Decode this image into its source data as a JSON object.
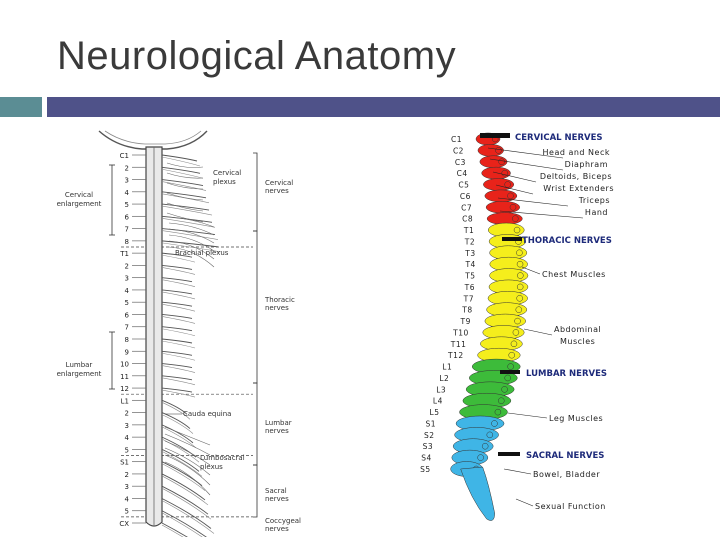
{
  "slide": {
    "title": "Neurological Anatomy",
    "colors": {
      "left_bar": "#5b8d94",
      "main_bar": "#4f5289"
    }
  },
  "left_figure": {
    "levels": [
      "C1",
      "2",
      "3",
      "4",
      "5",
      "6",
      "7",
      "8",
      "T1",
      "2",
      "3",
      "4",
      "5",
      "6",
      "7",
      "8",
      "9",
      "10",
      "11",
      "12",
      "L1",
      "2",
      "3",
      "4",
      "5",
      "S1",
      "2",
      "3",
      "4",
      "5",
      "CX"
    ],
    "left_labels": [
      {
        "id": "cervical-enlargement",
        "lines": [
          "Cervical",
          "enlargement"
        ]
      },
      {
        "id": "lumbar-enlargement",
        "lines": [
          "Lumbar",
          "enlargement"
        ]
      }
    ],
    "plexus_labels": [
      {
        "id": "cervical-plexus",
        "lines": [
          "Cervical",
          "plexus"
        ]
      },
      {
        "id": "brachial-plexus",
        "lines": [
          "Brachial plexus"
        ]
      },
      {
        "id": "cauda-equina",
        "lines": [
          "Cauda equina"
        ]
      },
      {
        "id": "lumbosacral-plexus",
        "lines": [
          "Lumbosacral",
          "plexus"
        ]
      }
    ],
    "nerve_labels": [
      {
        "id": "cervical-nerves",
        "lines": [
          "Cervical",
          "nerves"
        ]
      },
      {
        "id": "thoracic-nerves",
        "lines": [
          "Thoracic",
          "nerves"
        ]
      },
      {
        "id": "lumbar-nerves",
        "lines": [
          "Lumbar",
          "nerves"
        ]
      },
      {
        "id": "sacral-nerves",
        "lines": [
          "Sacral",
          "nerves"
        ]
      },
      {
        "id": "coccygeal-nerves",
        "lines": [
          "Coccygeal",
          "nerves"
        ]
      }
    ]
  },
  "right_figure": {
    "cervical_levels": [
      "C1",
      "C2",
      "C3",
      "C4",
      "C5",
      "C6",
      "C7",
      "C8"
    ],
    "thoracic_levels": [
      "T1",
      "T2",
      "T3",
      "T4",
      "T5",
      "T6",
      "T7",
      "T8",
      "T9",
      "T10",
      "T11",
      "T12"
    ],
    "lumbar_levels": [
      "L1",
      "L2",
      "L3",
      "L4",
      "L5"
    ],
    "sacral_levels": [
      "S1",
      "S2",
      "S3",
      "S4",
      "S5"
    ],
    "headers": {
      "cervical": "CERVICAL NERVES",
      "thoracic": "THORACIC NERVES",
      "lumbar": "LUMBAR NERVES",
      "sacral": "SACRAL NERVES"
    },
    "functions": {
      "cervical": [
        "Head and Neck",
        "Diaphram",
        "Deltoids, Biceps",
        "Wrist Extenders",
        "Triceps",
        "Hand"
      ],
      "chest": "Chest Muscles",
      "abdominal": [
        "Abdominal",
        "Muscles"
      ],
      "leg": "Leg Muscles",
      "bowel": "Bowel, Bladder",
      "sexual": "Sexual Function"
    },
    "colors": {
      "cervical": "#e8231a",
      "thoracic": "#f5ee1c",
      "lumbar": "#3dbb3a",
      "sacral": "#3fb5e6"
    }
  }
}
